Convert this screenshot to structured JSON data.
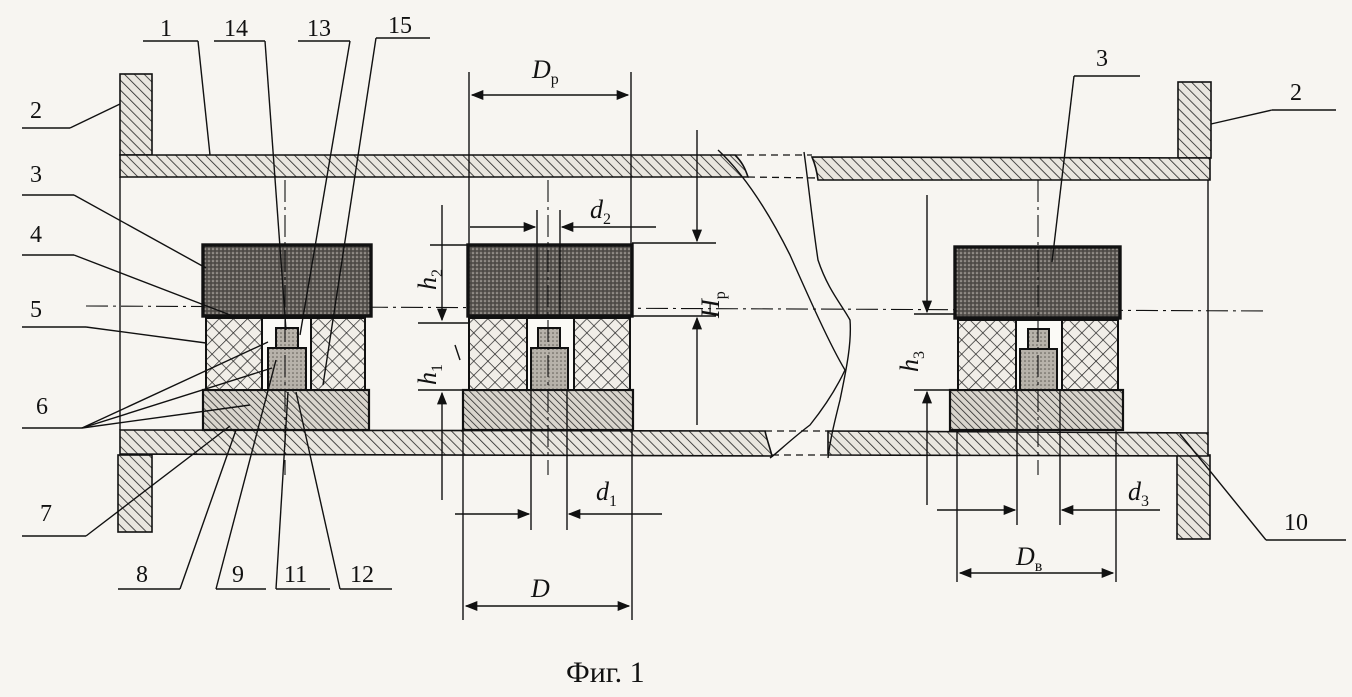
{
  "figure": {
    "caption": "Фиг. 1",
    "part_numbers": {
      "n1": "1",
      "n2_left": "2",
      "n2_right": "2",
      "n3_left": "3",
      "n3_right": "3",
      "n4": "4",
      "n5": "5",
      "n6": "6",
      "n7": "7",
      "n8": "8",
      "n9": "9",
      "n10": "10",
      "n11": "11",
      "n12": "12",
      "n13": "13",
      "n14": "14",
      "n15": "15"
    },
    "dimensions": {
      "Dp": {
        "main": "D",
        "sub": "р"
      },
      "d2": {
        "main": "d",
        "sub": "2"
      },
      "h2": {
        "main": "h",
        "sub": "2"
      },
      "Hp": {
        "main": "H",
        "sub": "р"
      },
      "h1": {
        "main": "h",
        "sub": "1"
      },
      "h3": {
        "main": "h",
        "sub": "3"
      },
      "d1": {
        "main": "d",
        "sub": "1"
      },
      "d3": {
        "main": "d",
        "sub": "3"
      },
      "D": {
        "main": "D",
        "sub": ""
      },
      "Dv": {
        "main": "D",
        "sub": "в"
      }
    }
  }
}
